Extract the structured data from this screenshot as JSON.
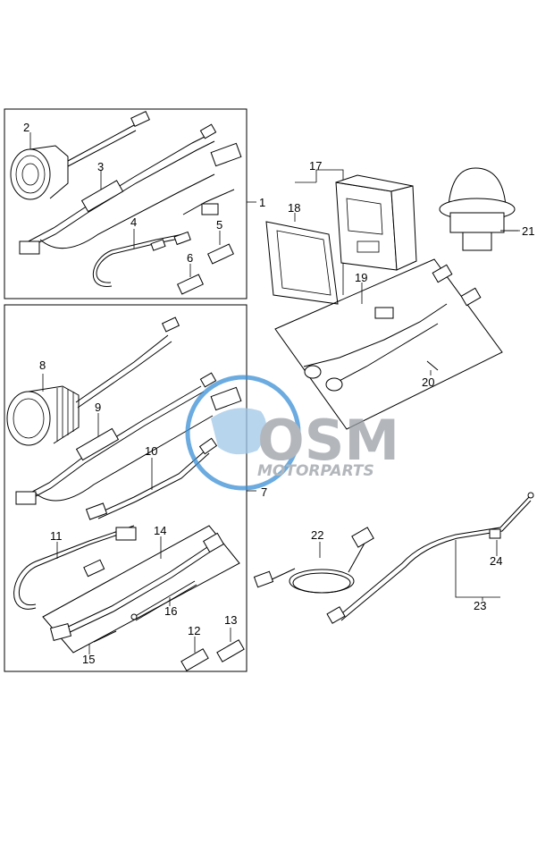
{
  "callouts": {
    "c1": "1",
    "c2": "2",
    "c3": "3",
    "c4": "4",
    "c5": "5",
    "c6": "6",
    "c7": "7",
    "c8": "8",
    "c9": "9",
    "c10": "10",
    "c11": "11",
    "c12": "12",
    "c13": "13",
    "c14": "14",
    "c15": "15",
    "c16": "16",
    "c17": "17",
    "c18": "18",
    "c19": "19",
    "c20": "20",
    "c21": "21",
    "c22": "22",
    "c23": "23",
    "c24": "24"
  },
  "watermark": {
    "logo": "OSM",
    "sub": "MOTORPARTS",
    "colors": {
      "blue": "#3a8fd6",
      "gray": "#9aa0a6"
    }
  }
}
